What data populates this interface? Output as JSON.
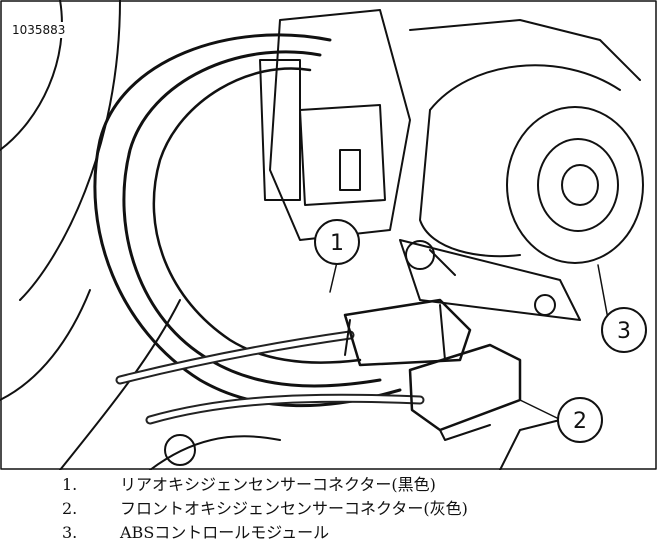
{
  "figure": {
    "id": "1035883",
    "callouts": [
      "1",
      "2",
      "3"
    ]
  },
  "legend": [
    {
      "num": "1.",
      "text": "リアオキシジェンセンサーコネクター(黒色)"
    },
    {
      "num": "2.",
      "text": "フロントオキシジェンセンサーコネクター(灰色)"
    },
    {
      "num": "3.",
      "text": "ABSコントロールモジュール"
    }
  ]
}
